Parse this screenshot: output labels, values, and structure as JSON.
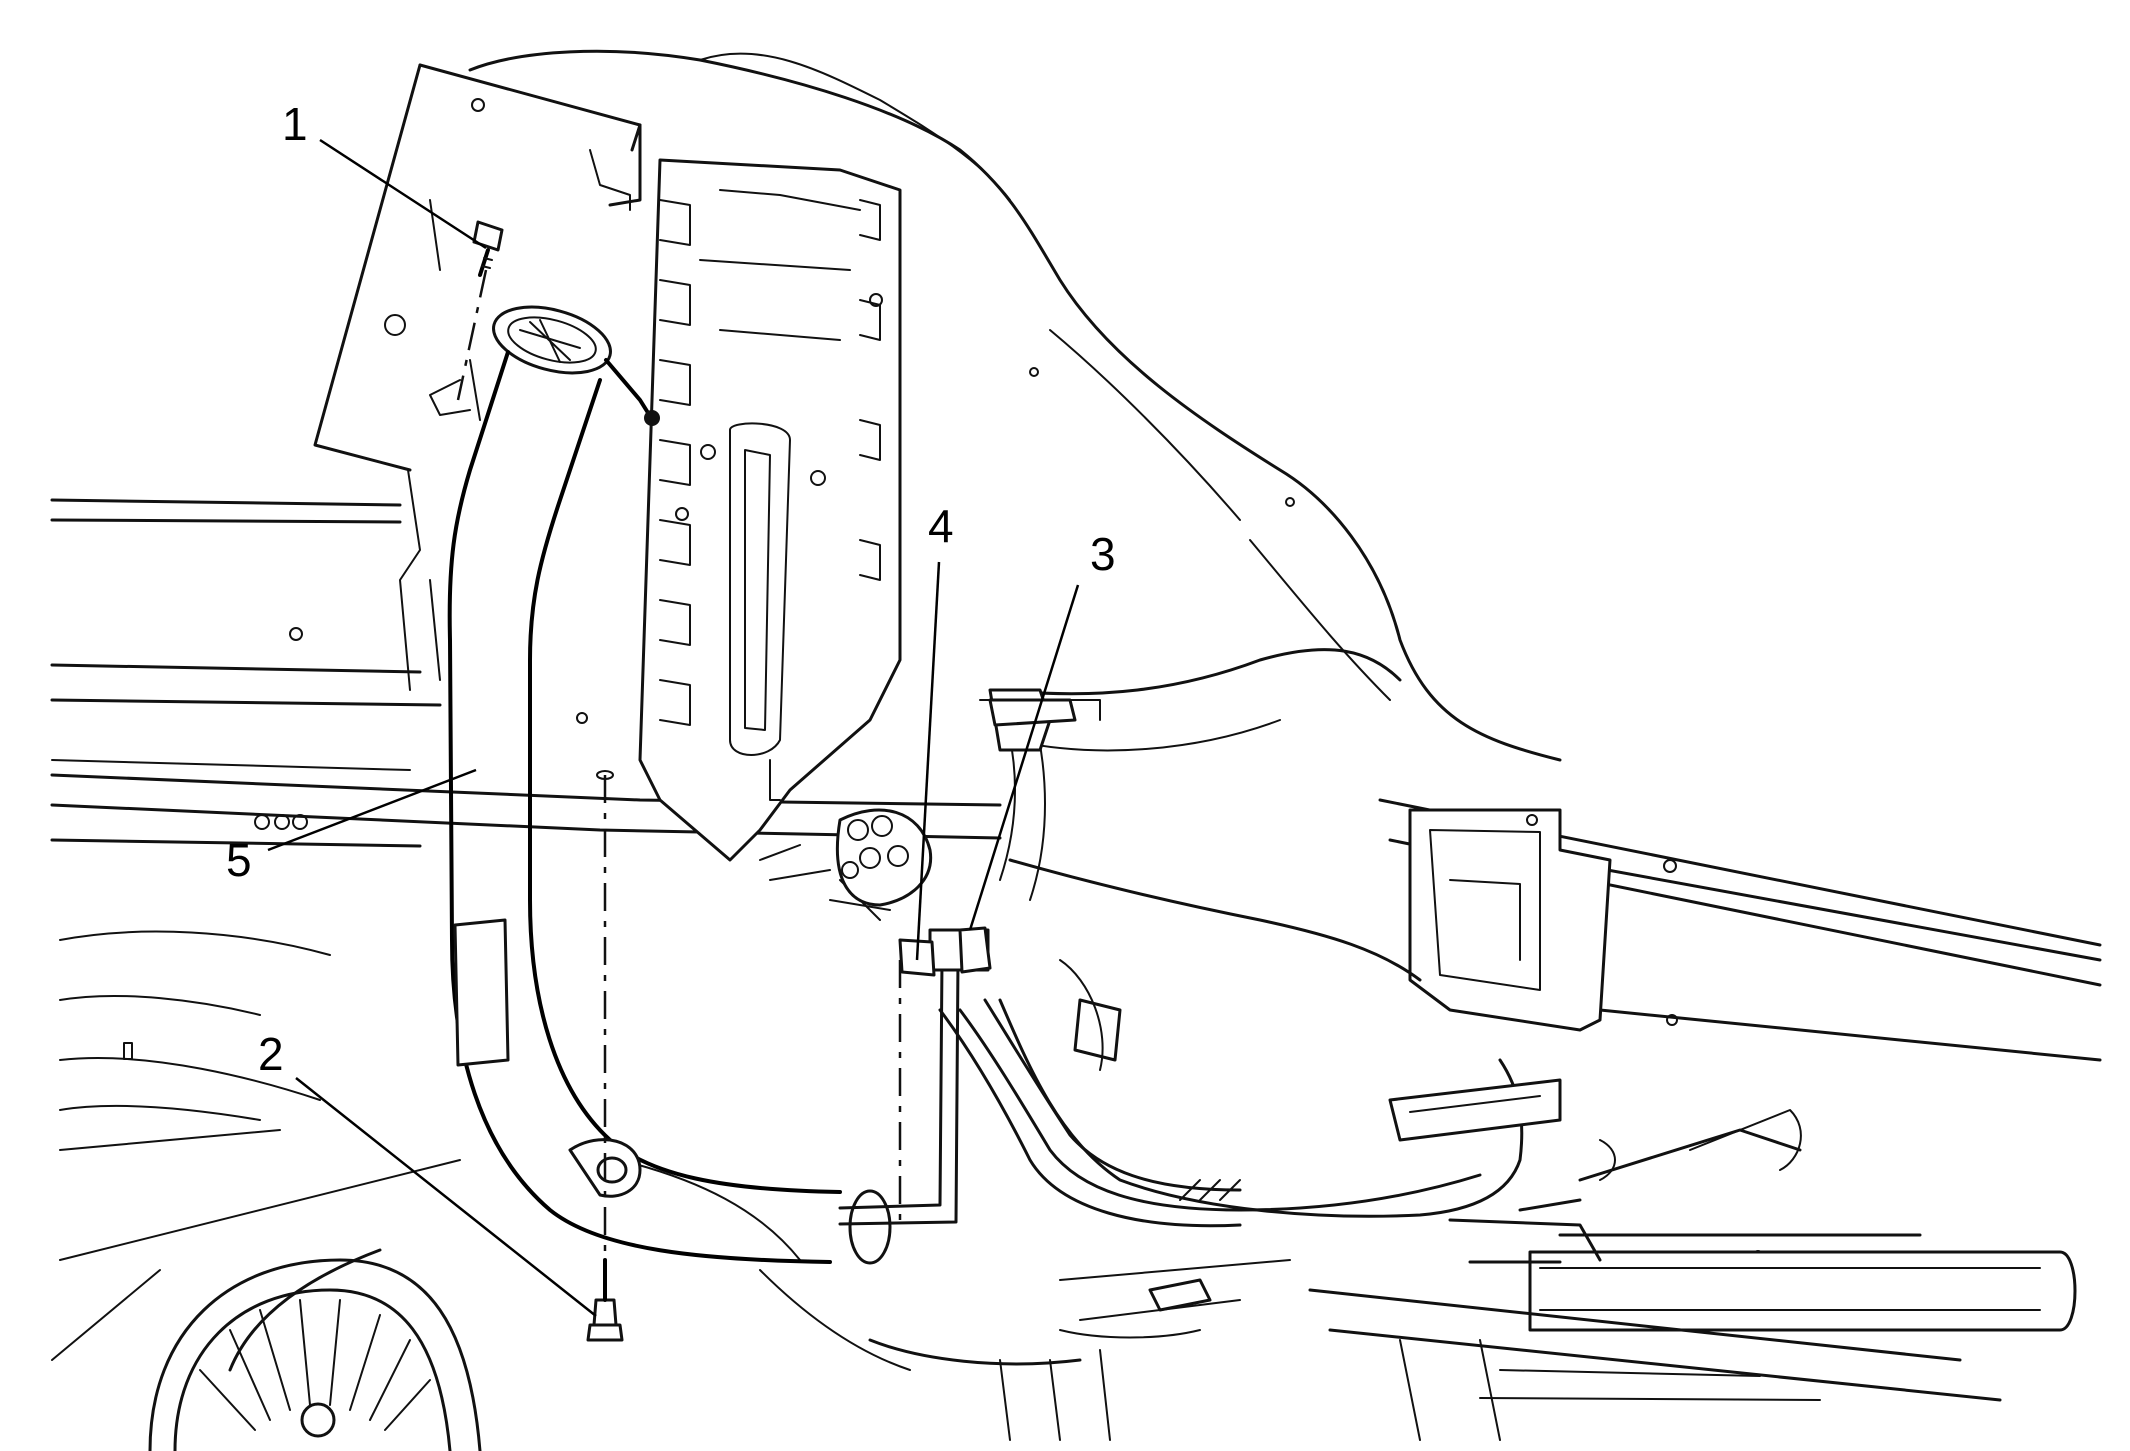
{
  "callouts": [
    {
      "id": "1",
      "text": "1"
    },
    {
      "id": "2",
      "text": "2"
    },
    {
      "id": "3",
      "text": "3"
    },
    {
      "id": "4",
      "text": "4"
    },
    {
      "id": "5",
      "text": "5"
    }
  ],
  "colors": {
    "line": "#111111",
    "background": "#ffffff"
  }
}
